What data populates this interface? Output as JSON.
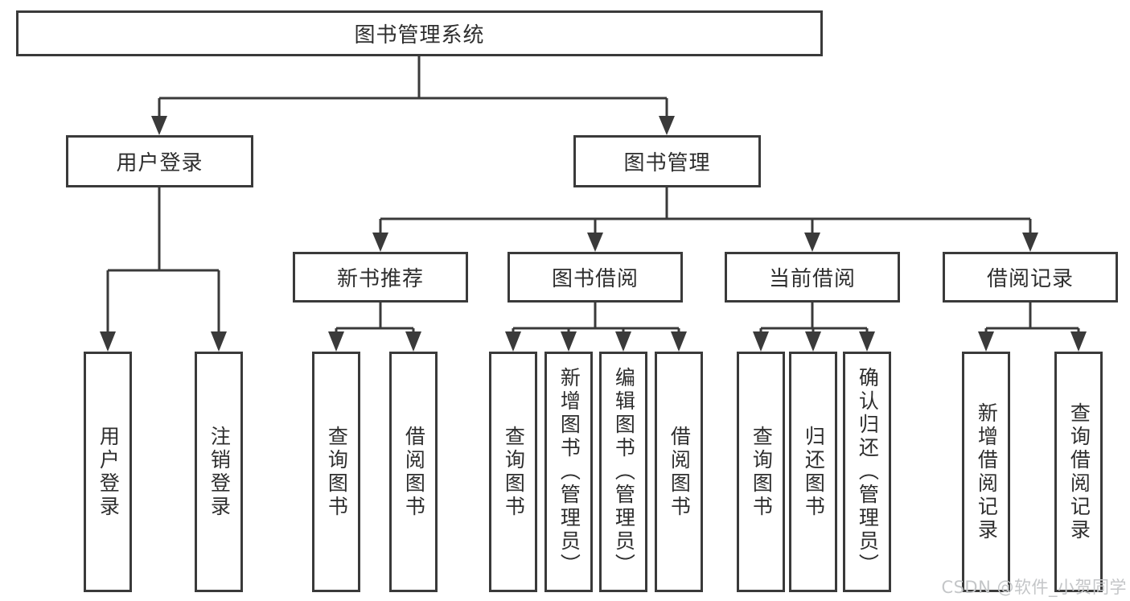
{
  "colors": {
    "line": "#3a3a3a",
    "text": "#2e2e2e",
    "watermark": "#c4c6c8",
    "background": "#ffffff"
  },
  "watermark": "CSDN @软件_小贺同学",
  "tree": {
    "root": "图书管理系统",
    "user_login": {
      "label": "用户登录",
      "children": {
        "login": "用户登录",
        "logout": "注销登录"
      }
    },
    "book_mgmt": {
      "label": "图书管理",
      "new_book_rec": {
        "label": "新书推荐",
        "children": {
          "query": "查询图书",
          "borrow": "借阅图书"
        }
      },
      "book_borrow": {
        "label": "图书借阅",
        "children": {
          "query": "查询图书",
          "add": "新增图书（管理员）",
          "edit": "编辑图书（管理员）",
          "borrow": "借阅图书"
        }
      },
      "current_borrow": {
        "label": "当前借阅",
        "children": {
          "query": "查询图书",
          "return": "归还图书",
          "confirm": "确认归还（管理员）"
        }
      },
      "borrow_records": {
        "label": "借阅记录",
        "children": {
          "add": "新增借阅记录",
          "query": "查询借阅记录"
        }
      }
    }
  }
}
